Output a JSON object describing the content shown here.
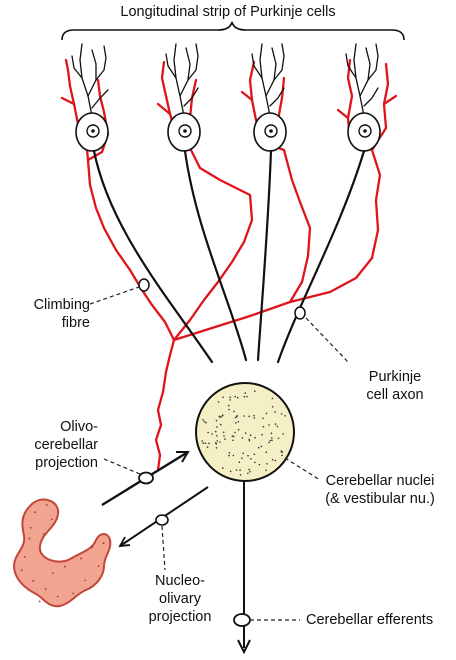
{
  "title": "Longitudinal strip of Purkinje cells",
  "labels": {
    "climbing_fibre": [
      "Climbing",
      "fibre"
    ],
    "purkinje_axon": [
      "Purkinje",
      "cell axon"
    ],
    "olivo_cerebellar": [
      "Olivo-",
      "cerebellar",
      "projection"
    ],
    "cerebellar_nuclei": [
      "Cerebellar nuclei",
      "(& vestibular nu.)"
    ],
    "nucleo_olivary": [
      "Nucleo-",
      "olivary",
      "projection"
    ],
    "cerebellar_efferents": [
      "Cerebellar efferents"
    ]
  },
  "colors": {
    "climbing_fibre": "#e0141b",
    "purkinje_cell": "#111111",
    "nucleus_fill": "#f4efc4",
    "olive_fill": "#f1a591",
    "olive_stroke": "#c2473a",
    "label_text": "#111111",
    "leader_line": "#222222"
  }
}
